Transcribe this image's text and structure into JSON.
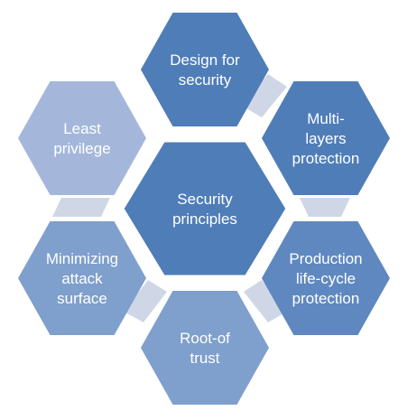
{
  "diagram": {
    "center": {
      "lines": [
        "Security",
        "principles"
      ],
      "color": "#4f7db8"
    },
    "nodes": [
      {
        "id": "design-for-security",
        "lines": [
          "Design for",
          "security"
        ],
        "color": "#4f7db8"
      },
      {
        "id": "multi-layers-protection",
        "lines": [
          "Multi-",
          "layers",
          "protection"
        ],
        "color": "#4f7db8"
      },
      {
        "id": "production-life-cycle-protection",
        "lines": [
          "Production",
          "life-cycle",
          "protection"
        ],
        "color": "#5f88c0"
      },
      {
        "id": "root-of-trust",
        "lines": [
          "Root-of",
          "trust"
        ],
        "color": "#7f9fcc"
      },
      {
        "id": "minimizing-attack-surface",
        "lines": [
          "Minimizing",
          "attack",
          "surface"
        ],
        "color": "#7f9fcc"
      },
      {
        "id": "least-privilege",
        "lines": [
          "Least",
          "privilege"
        ],
        "color": "#a4b7db"
      }
    ],
    "connector_color": "#cfd7e7"
  }
}
